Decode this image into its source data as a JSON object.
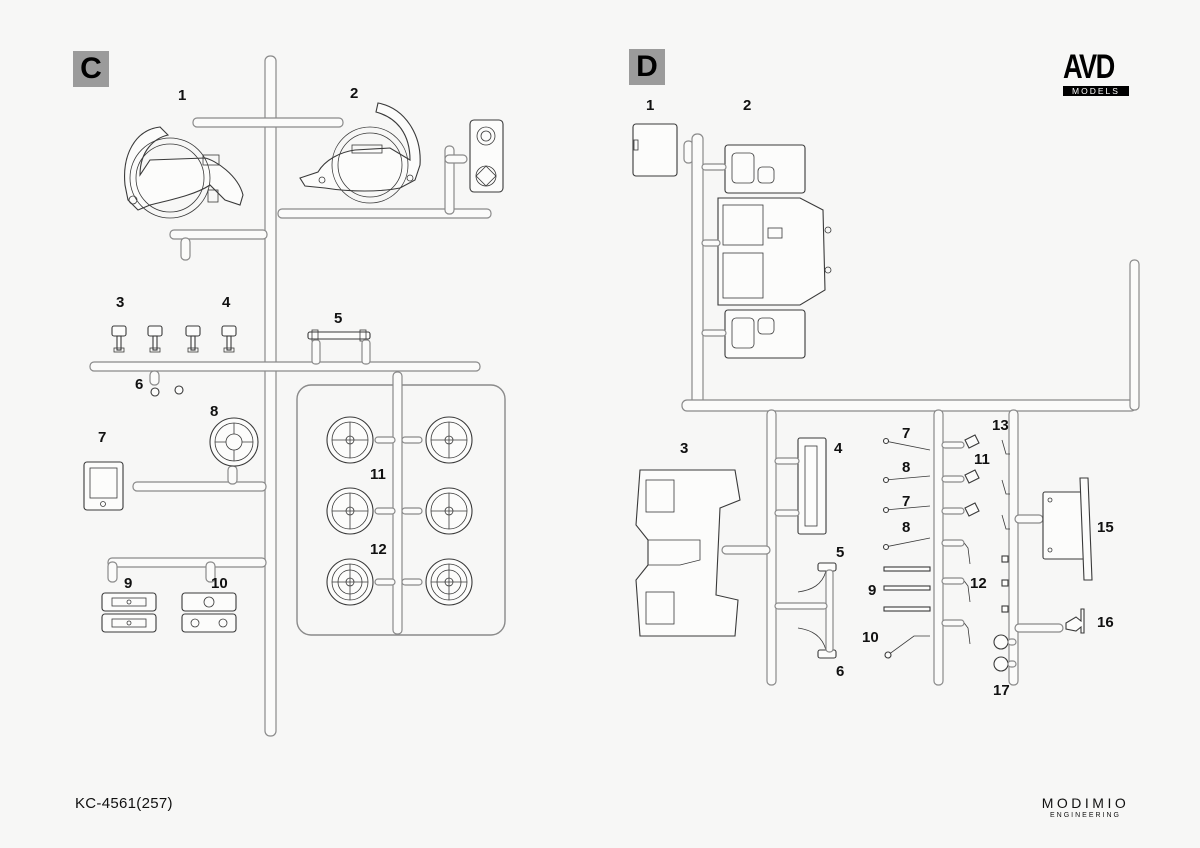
{
  "sections": {
    "left": "C",
    "right": "D"
  },
  "brand": {
    "logo": "AVD",
    "sub": "MODELS"
  },
  "footer": {
    "code": "KC-4561(257)",
    "maker": "MODIMIO",
    "maker_sub": "ENGINEERING"
  },
  "sprue_c": {
    "labels": [
      "1",
      "2",
      "3",
      "4",
      "5",
      "6",
      "7",
      "8",
      "9",
      "10",
      "11",
      "12"
    ]
  },
  "sprue_d": {
    "labels": [
      "1",
      "2",
      "3",
      "4",
      "5",
      "6",
      "7",
      "8",
      "7",
      "8",
      "9",
      "10",
      "11",
      "12",
      "13",
      "15",
      "16",
      "17"
    ]
  }
}
